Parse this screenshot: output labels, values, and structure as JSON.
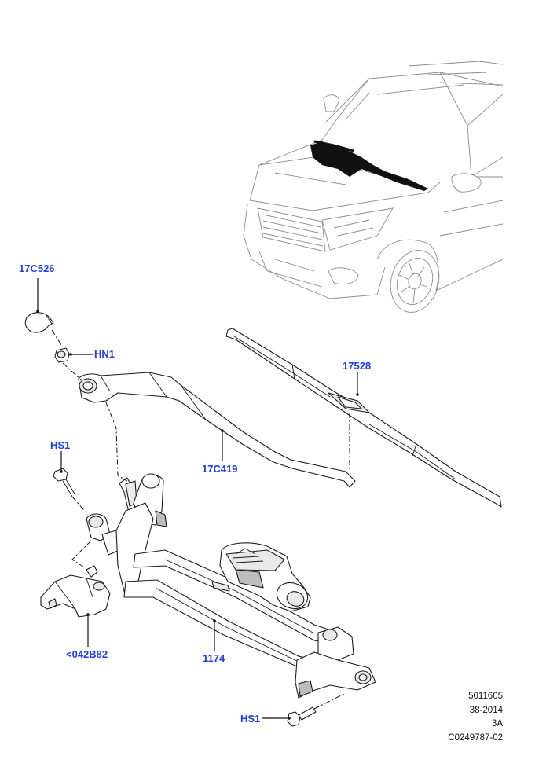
{
  "callouts": {
    "c17C526": "17C526",
    "hn1": "HN1",
    "c17528": "17528",
    "hs1_top": "HS1",
    "c17C419": "17C419",
    "c042B82": "<042B82",
    "c1174": "1174",
    "hs1_bottom": "HS1"
  },
  "meta": {
    "line1": "5011605",
    "line2": "38-2014",
    "line3": "3A",
    "line4": "C0249787-02"
  },
  "colors": {
    "callout": "#1f3fd6",
    "line": "#1a1a1a",
    "car_outline": "#8c8c8c"
  }
}
